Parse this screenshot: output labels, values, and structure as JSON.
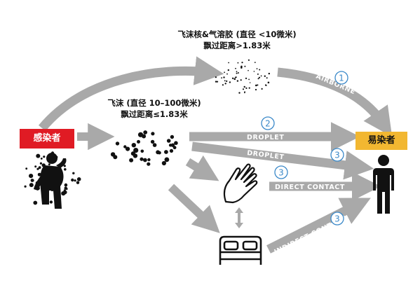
{
  "colors": {
    "arrow": "#a9a9a9",
    "source_box": "#e01b24",
    "source_text": "#ffffff",
    "target_box": "#f2b731",
    "target_text": "#111111",
    "number_circle": "#3b89c9",
    "arrow_text": "#ffffff",
    "particles": "#111111"
  },
  "labels": {
    "aerosol_line1": "飞沫核&气溶胶 (直径 <10微米)",
    "aerosol_line2": "飘过距离>1.83米",
    "droplet_line1": "飞沫 (直径 10–100微米)",
    "droplet_line2": "飘过距离≤1.83米"
  },
  "nodes": {
    "source": "感染者",
    "target": "易染者"
  },
  "routes": [
    {
      "name": "airborne",
      "label": "AIRBORNE",
      "number": "1"
    },
    {
      "name": "droplet-long",
      "label": "DROPLET",
      "number": "2"
    },
    {
      "name": "droplet-short",
      "label": "DROPLET",
      "number": "3"
    },
    {
      "name": "direct-contact",
      "label": "DIRECT CONTACT",
      "number": "3"
    },
    {
      "name": "indirect-contact",
      "label": "INDIRECT CONTACT",
      "number": "3"
    }
  ],
  "icons": {
    "coughing_person": "coughing-person-icon",
    "hand": "hand-icon",
    "bed": "bed-icon",
    "person": "person-icon",
    "exchange": "double-arrow-icon"
  }
}
